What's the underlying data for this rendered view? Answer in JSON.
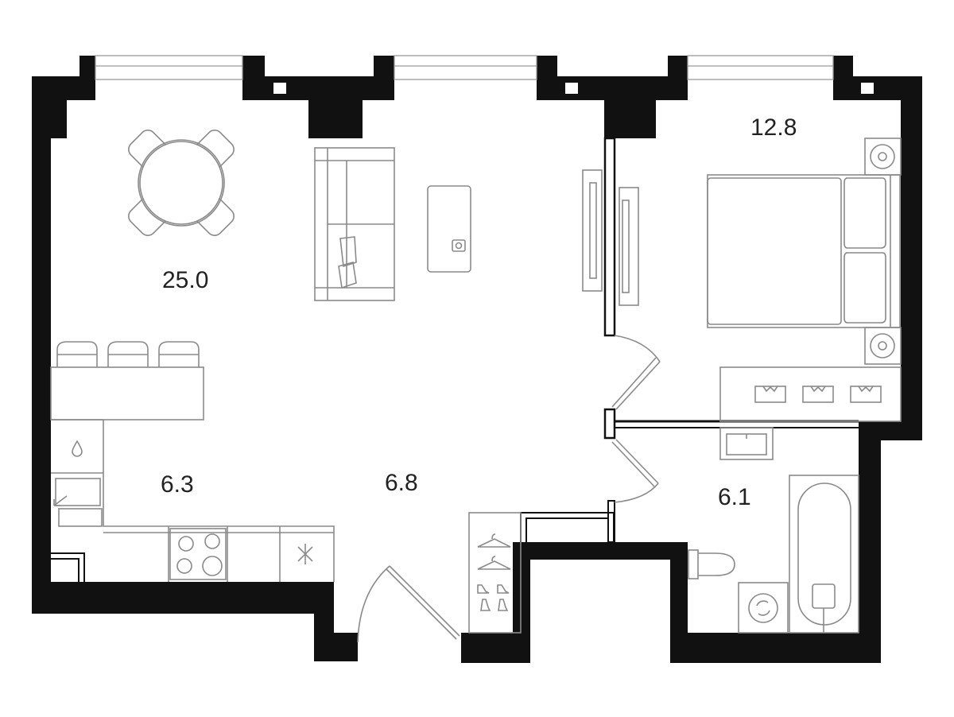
{
  "rooms": [
    {
      "id": "living",
      "area": "25.0"
    },
    {
      "id": "bedroom",
      "area": "12.8"
    },
    {
      "id": "kitchen",
      "area": "6.3"
    },
    {
      "id": "hall",
      "area": "6.8"
    },
    {
      "id": "bathroom",
      "area": "6.1"
    }
  ],
  "colors": {
    "wall": "#111111",
    "furniture_line": "#8a8a8a",
    "text": "#222222"
  },
  "icons": [
    "dining-table-icon",
    "sofa-icon",
    "tv-icon",
    "bed-icon",
    "wardrobe-icon",
    "kitchen-sink-icon",
    "stove-icon",
    "fridge-icon",
    "washbasin-icon",
    "bathtub-icon",
    "toilet-icon",
    "washing-machine-icon",
    "coat-rack-icon"
  ]
}
